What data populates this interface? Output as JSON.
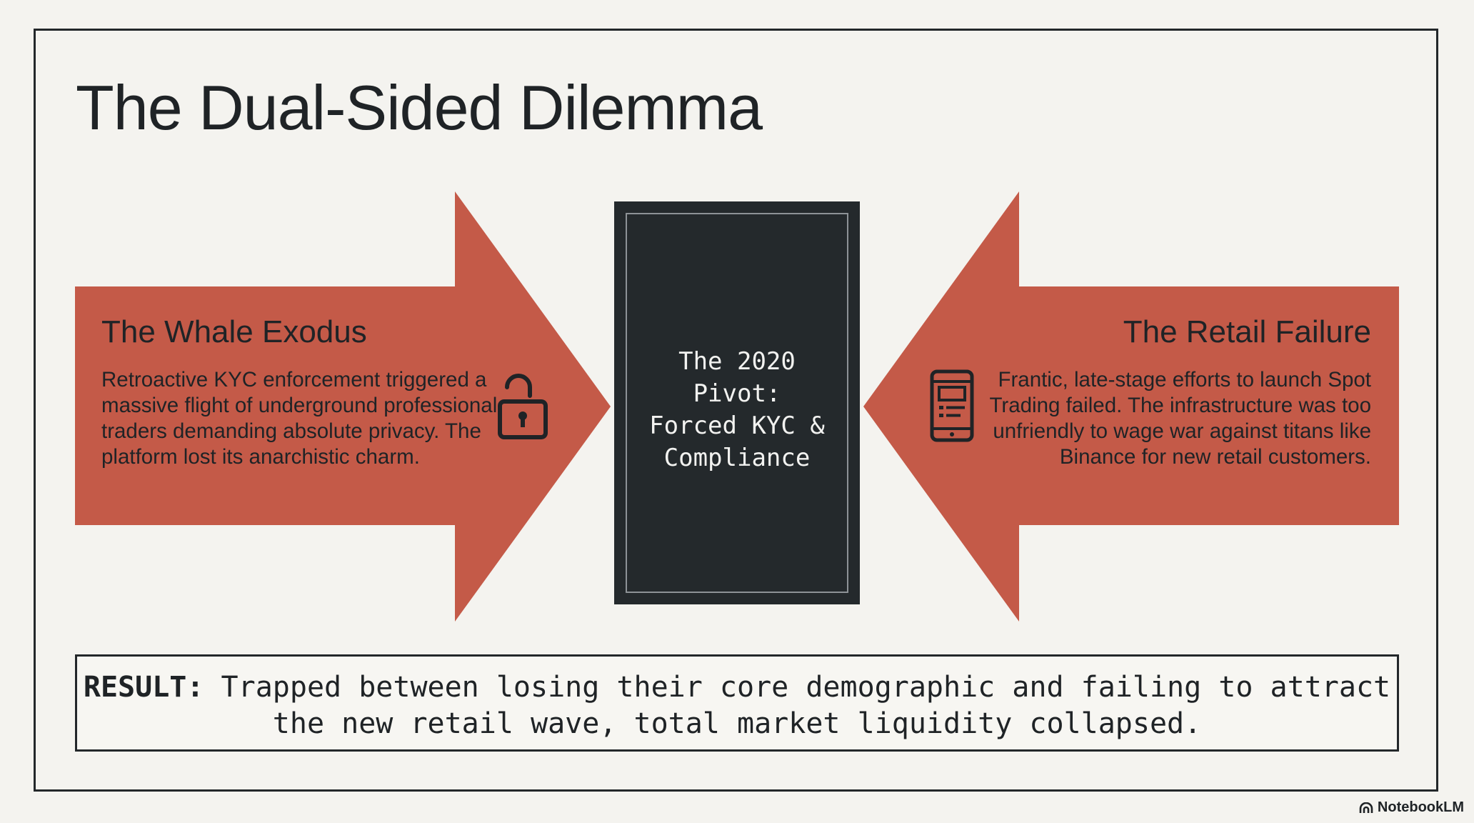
{
  "slide": {
    "title": "The Dual-Sided Dilemma"
  },
  "left_panel": {
    "title": "The Whale Exodus",
    "body": "Retroactive KYC enforcement triggered a massive flight of underground professional traders demanding absolute privacy. The platform lost its anarchistic charm.",
    "icon": "unlocked-padlock-icon"
  },
  "center": {
    "text": "The 2020\nPivot:\nForced KYC &\nCompliance"
  },
  "right_panel": {
    "title": "The Retail Failure",
    "body": "Frantic, late-stage efforts to launch Spot Trading failed. The infrastructure was too unfriendly to wage war against titans like Binance for new retail customers.",
    "icon": "mobile-phone-icon"
  },
  "result": {
    "label": "RESULT:",
    "text": " Trapped between losing their core demographic and failing to attract the new retail wave, total market liquidity collapsed."
  },
  "brand": {
    "name": "NotebookLM",
    "icon": "notebooklm-logo-icon"
  },
  "colors": {
    "background": "#f4f3ef",
    "arrow": "#c45a48",
    "dark": "#24292c",
    "text": "#1f2326"
  }
}
